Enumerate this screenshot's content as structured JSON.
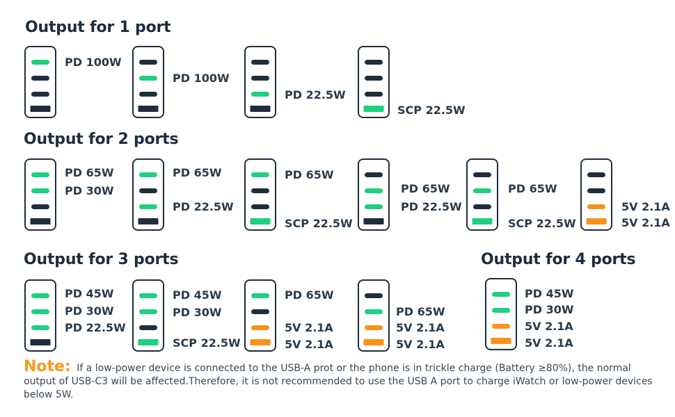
{
  "colors": {
    "active": "#1ed07f",
    "inactive": "#1f2d3d",
    "usb_a_active": "#f7931a",
    "note": "#f79a1a"
  },
  "headings": [
    "Output for 1 port",
    "Output for 2 ports",
    "Output for 3 ports",
    "Output for 4 ports"
  ],
  "chargers": [
    {
      "ports": [
        "green",
        "dark",
        "dark",
        "dark"
      ],
      "labels": [
        "PD 100W"
      ]
    },
    {
      "ports": [
        "dark",
        "green",
        "dark",
        "dark"
      ],
      "labels": [
        "PD 100W"
      ]
    },
    {
      "ports": [
        "dark",
        "dark",
        "green",
        "dark"
      ],
      "labels": [
        "PD 22.5W"
      ]
    },
    {
      "ports": [
        "dark",
        "dark",
        "dark",
        "green"
      ],
      "labels": [
        "SCP 22.5W"
      ]
    },
    {
      "ports": [
        "green",
        "green",
        "dark",
        "dark"
      ],
      "labels": [
        "PD 65W",
        "PD 30W"
      ]
    },
    {
      "ports": [
        "green",
        "dark",
        "green",
        "dark"
      ],
      "labels": [
        "PD 65W",
        "PD 22.5W"
      ]
    },
    {
      "ports": [
        "green",
        "dark",
        "dark",
        "green"
      ],
      "labels": [
        "PD 65W",
        "SCP 22.5W"
      ]
    },
    {
      "ports": [
        "dark",
        "green",
        "green",
        "dark"
      ],
      "labels": [
        "PD 65W",
        "PD 22.5W"
      ]
    },
    {
      "ports": [
        "dark",
        "green",
        "dark",
        "green"
      ],
      "labels": [
        "PD 65W",
        "SCP 22.5W"
      ]
    },
    {
      "ports": [
        "dark",
        "dark",
        "orange",
        "orange"
      ],
      "labels": [
        "5V 2.1A",
        "5V 2.1A"
      ]
    },
    {
      "ports": [
        "green",
        "green",
        "green",
        "dark"
      ],
      "labels": [
        "PD 45W",
        "PD 30W",
        "PD 22.5W"
      ]
    },
    {
      "ports": [
        "green",
        "green",
        "dark",
        "green"
      ],
      "labels": [
        "PD 45W",
        "PD 30W",
        "SCP 22.5W"
      ]
    },
    {
      "ports": [
        "green",
        "dark",
        "orange",
        "orange"
      ],
      "labels": [
        "PD 65W",
        "5V 2.1A",
        "5V 2.1A"
      ]
    },
    {
      "ports": [
        "dark",
        "green",
        "orange",
        "orange"
      ],
      "labels": [
        "PD 65W",
        "5V 2.1A",
        "5V 2.1A"
      ]
    },
    {
      "ports": [
        "green",
        "green",
        "orange",
        "orange"
      ],
      "labels": [
        "PD 45W",
        "PD 30W",
        "5V 2.1A",
        "5V 2.1A"
      ]
    }
  ],
  "note": {
    "title": "Note:",
    "text": "If a low-power device is connected to the USB-A prot or the phone is in trickle charge (Battery ≥80%), the normal output of USB-C3 will be affected.Therefore, it is not recommended to use the USB A port to charge iWatch or low-power devices below 5W."
  }
}
